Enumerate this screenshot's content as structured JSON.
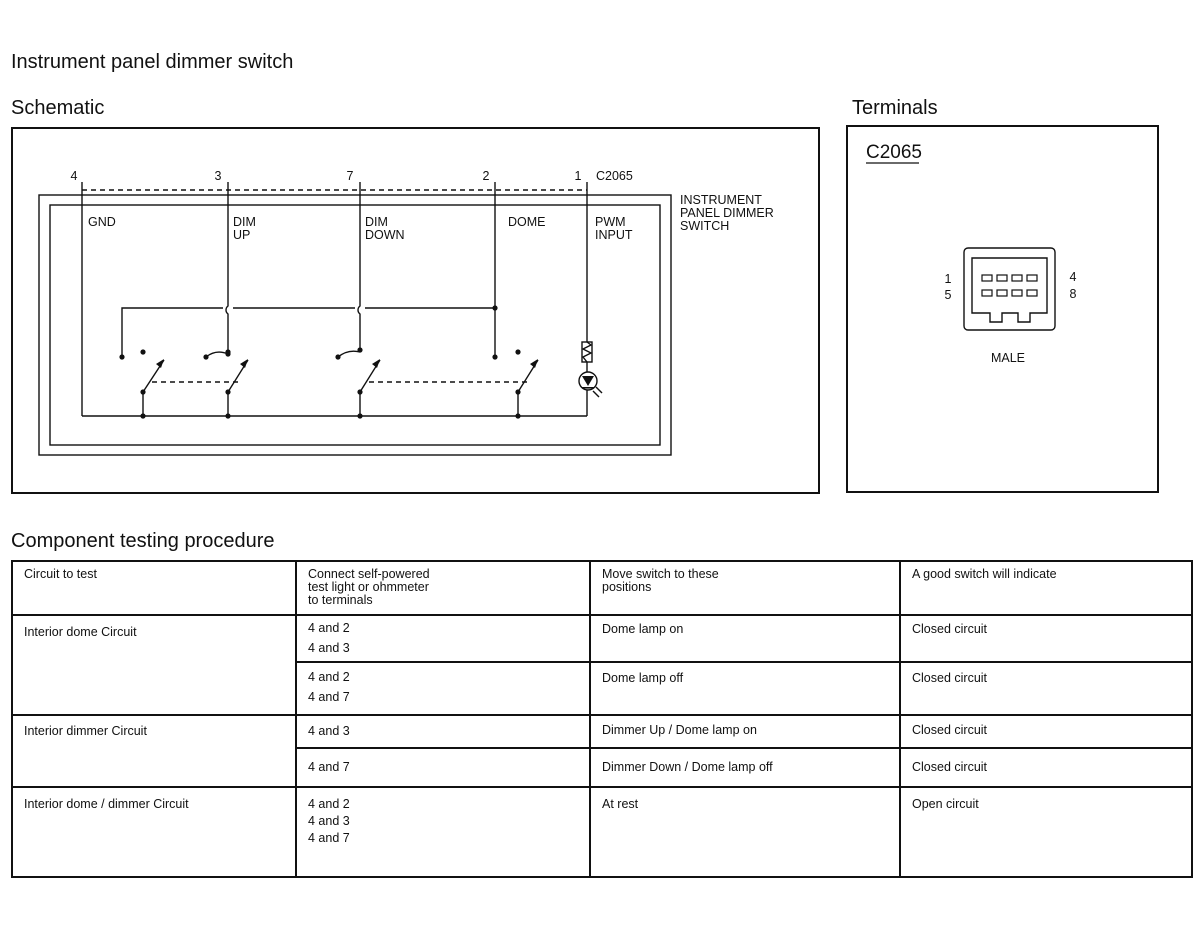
{
  "title": "Instrument panel dimmer switch",
  "schematic": {
    "heading": "Schematic",
    "connector_label": "C2065",
    "component_label": [
      "INSTRUMENT",
      "PANEL DIMMER",
      "SWITCH"
    ],
    "pins": [
      {
        "number": "4",
        "circuit": [
          "GND"
        ]
      },
      {
        "number": "3",
        "circuit": [
          "DIM",
          "UP"
        ]
      },
      {
        "number": "7",
        "circuit": [
          "DIM",
          "DOWN"
        ]
      },
      {
        "number": "2",
        "circuit": [
          "DOME"
        ]
      },
      {
        "number": "1",
        "circuit": [
          "PWM",
          "INPUT"
        ]
      }
    ]
  },
  "terminals": {
    "heading": "Terminals",
    "connector": "C2065",
    "pin_labels": {
      "top_left": "1",
      "bottom_left": "5",
      "top_right": "4",
      "bottom_right": "8"
    },
    "gender": "MALE"
  },
  "procedure": {
    "heading": "Component testing procedure",
    "columns": [
      "Circuit to test",
      "Connect self-powered\ntest light or ohmmeter\nto terminals",
      "Move switch to these\npositions",
      "A good switch will indicate"
    ],
    "rows": [
      {
        "circuit": "Interior dome Circuit",
        "terminals": [
          "4 and 2",
          "4 and 3"
        ],
        "position": "Dome lamp on",
        "result": "Closed circuit"
      },
      {
        "circuit": "",
        "terminals": [
          "4 and 2",
          "4 and 7"
        ],
        "position": "Dome lamp off",
        "result": "Closed circuit"
      },
      {
        "circuit": "Interior dimmer Circuit",
        "terminals": [
          "4 and 3"
        ],
        "position": "Dimmer Up / Dome lamp on",
        "result": "Closed circuit"
      },
      {
        "circuit": "",
        "terminals": [
          "4 and 7"
        ],
        "position": "Dimmer Down / Dome lamp off",
        "result": "Closed circuit"
      },
      {
        "circuit": "Interior dome / dimmer Circuit",
        "terminals": [
          "4 and 2",
          "4 and 3",
          "4 and 7"
        ],
        "position": "At rest",
        "result": "Open circuit"
      }
    ]
  }
}
